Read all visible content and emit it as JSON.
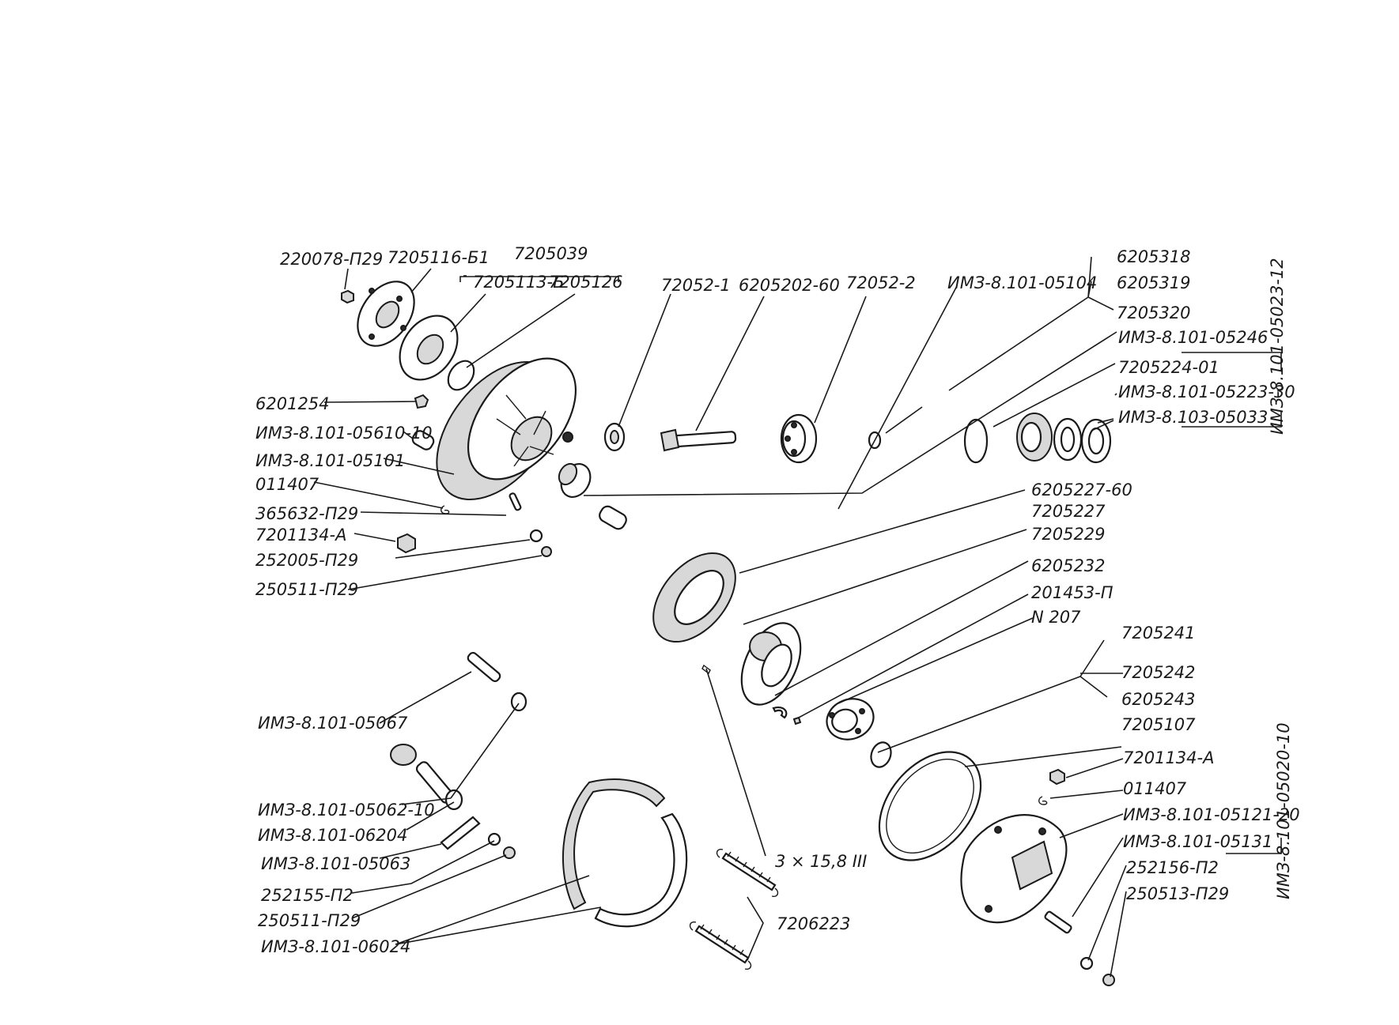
{
  "labels": {
    "l01": "220078-П29",
    "l02": "7205116-Б1",
    "l03": "7205039",
    "l04": "7205113-Б",
    "l05": "7205126",
    "l06": "72052-1",
    "l07": "6205202-60",
    "l08": "72052-2",
    "l09": "ИМЗ-8.101-05104",
    "l10": "6205318",
    "l11": "6205319",
    "l12": "7205320",
    "l13": "ИМЗ-8.101-05246",
    "l14": "7205224-01",
    "l15": "ИМЗ-8.101-05223-30",
    "l16": "ИМЗ-8.103-05033",
    "l17": "ИМЗ-8.101-05023-12",
    "l18": "6201254",
    "l19": "ИМЗ-8.101-05610-10",
    "l20": "ИМЗ-8.101-05101",
    "l21": "011407",
    "l22": "365632-П29",
    "l23": "7201134-А",
    "l24": "252005-П29",
    "l25": "250511-П29",
    "l26": "6205227-60",
    "l27": "7205227",
    "l28": "7205229",
    "l29": "6205232",
    "l30": "201453-П",
    "l31": "N 207",
    "l32": "7205241",
    "l33": "7205242",
    "l34": "6205243",
    "l35": "7205107",
    "l36": "7201134-А",
    "l37": "011407",
    "l38": "ИМЗ-8.101-05121-20",
    "l39": "ИМЗ-8.101-05131",
    "l40": "252156-П2",
    "l41": "250513-П29",
    "l42": "ИМЗ-8.101-05020-10",
    "l43": "ИМЗ-8.101-05067",
    "l44": "ИМЗ-8.101-05062-10",
    "l45": "ИМЗ-8.101-06204",
    "l46": "ИМЗ-8.101-05063",
    "l47": "252155-П2",
    "l48": "250511-П29",
    "l49": "ИМЗ-8.101-06024",
    "l50": "3 × 15,8 III",
    "l51": "7206223"
  }
}
